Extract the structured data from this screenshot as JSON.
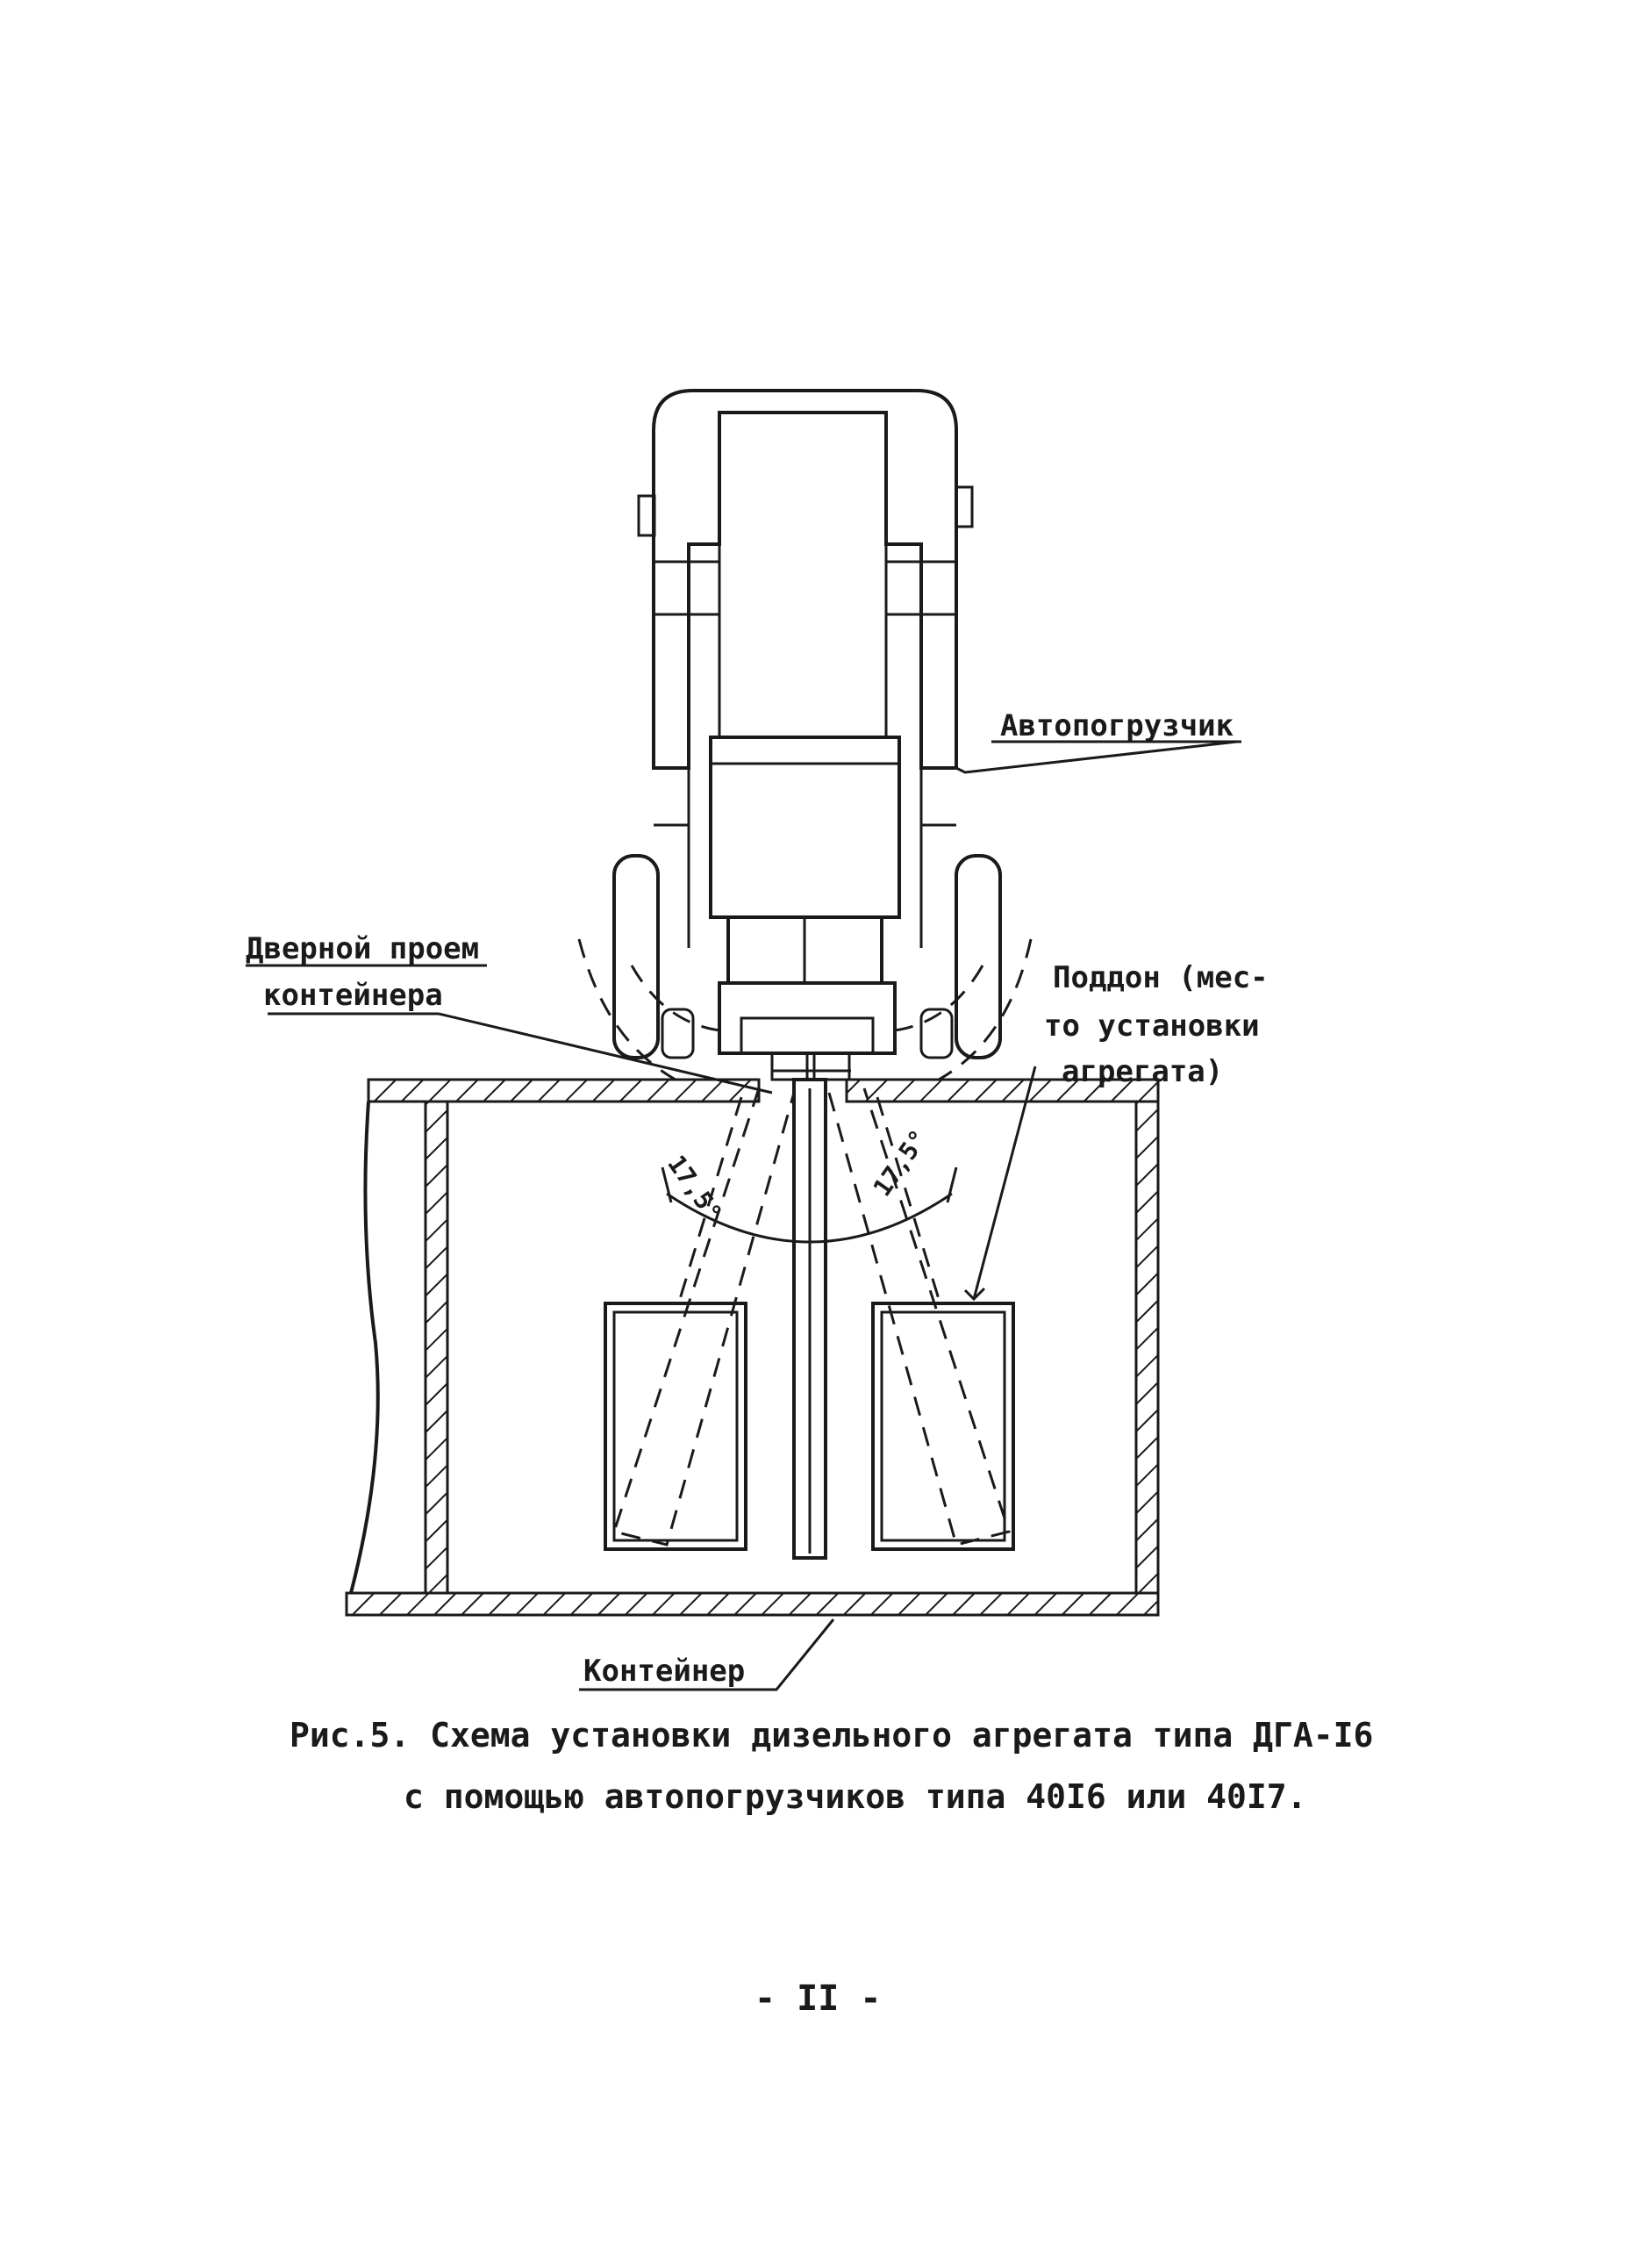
{
  "labels": {
    "forklift": "Автопогрузчик",
    "door_opening_line1": "Дверной проем",
    "door_opening_line2": "контейнера",
    "pallet_line1": "Поддон (мес-",
    "pallet_line2": "то установки",
    "pallet_line3": "агрегата)",
    "container": "Контейнер",
    "angle_left": "17,5°",
    "angle_right": "17,5°"
  },
  "caption": {
    "line1": "Рис.5. Схема установки дизельного агрегата типа ДГА-I6",
    "line2": "с помощью автопогрузчиков типа 40I6 или 40I7."
  },
  "page_number": "- II -"
}
